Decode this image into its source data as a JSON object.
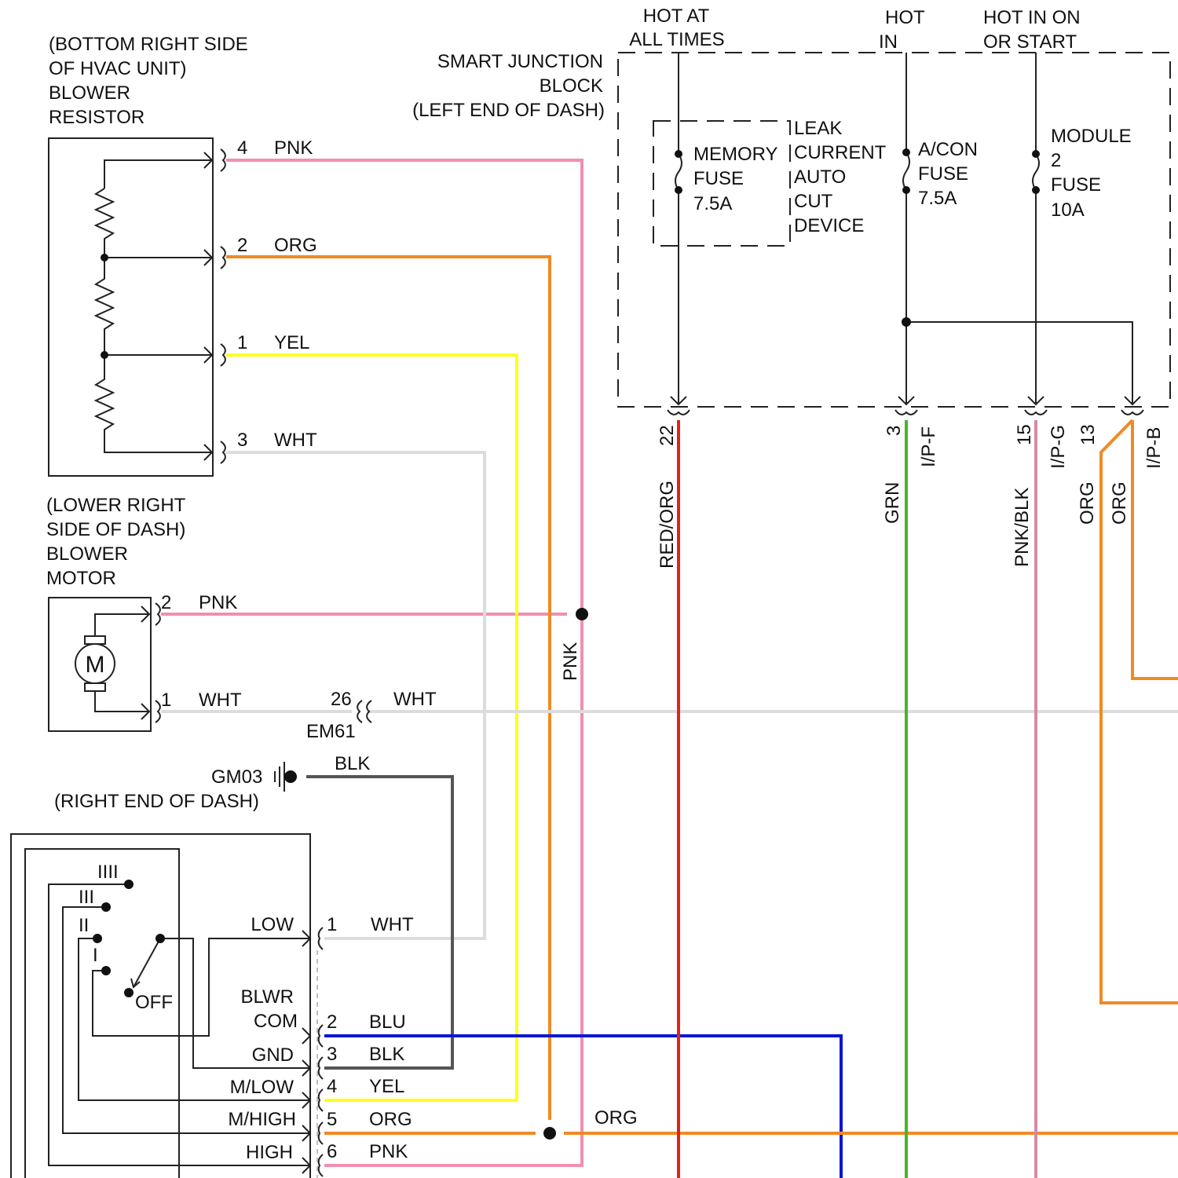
{
  "colors": {
    "pink": "#ef8fb1",
    "orange": "#f08a24",
    "yellow": "#ffff1a",
    "white_wire": "#dcdcdc",
    "red": "#e32119",
    "green": "#45b52b",
    "pink_black": "#d48aa4",
    "blue": "#0a17d4",
    "black_wire": "#555555",
    "line": "#222222"
  },
  "resistor": {
    "location": [
      "(BOTTOM RIGHT SIDE",
      "OF HVAC UNIT)"
    ],
    "name": [
      "BLOWER",
      "RESISTOR"
    ],
    "pins": [
      {
        "pin": "4",
        "color": "PNK"
      },
      {
        "pin": "2",
        "color": "ORG"
      },
      {
        "pin": "1",
        "color": "YEL"
      },
      {
        "pin": "3",
        "color": "WHT"
      }
    ]
  },
  "motor": {
    "location": [
      "(LOWER RIGHT",
      "SIDE OF DASH)"
    ],
    "name": [
      "BLOWER",
      "MOTOR"
    ],
    "symbol": "M",
    "pins": [
      {
        "pin": "2",
        "color": "PNK"
      },
      {
        "pin": "1",
        "color": "WHT"
      }
    ]
  },
  "connector_em61": {
    "pin": "26",
    "name": "EM61",
    "color": "WHT"
  },
  "ground": {
    "name": "GM03",
    "location": "(RIGHT END OF DASH)",
    "color": "BLK"
  },
  "junction_block": {
    "name": [
      "SMART JUNCTION",
      "BLOCK",
      "(LEFT END OF DASH)"
    ],
    "power_labels": [
      [
        "HOT AT",
        "ALL TIMES"
      ],
      [
        "HOT",
        "IN"
      ],
      [
        "HOT IN ON",
        "OR START"
      ]
    ],
    "memory_fuse": [
      "MEMORY",
      "FUSE",
      "7.5A"
    ],
    "leak_device": [
      "LEAK",
      "CURRENT",
      "AUTO",
      "CUT",
      "DEVICE"
    ],
    "acon_fuse": [
      "A/CON",
      "FUSE",
      "7.5A"
    ],
    "module_fuse": [
      "MODULE",
      "2",
      "FUSE",
      "10A"
    ],
    "outputs": [
      {
        "pin": "22",
        "connector": "",
        "color": "RED/ORG"
      },
      {
        "pin": "3",
        "connector": "I/P-F",
        "color": "GRN"
      },
      {
        "pin": "15",
        "connector": "I/P-G",
        "color": "PNK/BLK"
      },
      {
        "pin": "13",
        "connector": "I/P-B",
        "color": "ORG",
        "color2": "ORG"
      }
    ]
  },
  "pnk_vertical_label": "PNK",
  "org_bottom_label": "ORG",
  "switch": {
    "positions": [
      "IIII",
      "III",
      "II",
      "I",
      "OFF"
    ],
    "terminals": [
      {
        "name": "LOW",
        "pin": "1",
        "color": "WHT"
      },
      {
        "name": "BLWR",
        "pin": "",
        "color": ""
      },
      {
        "name": "COM",
        "pin": "2",
        "color": "BLU"
      },
      {
        "name": "GND",
        "pin": "3",
        "color": "BLK"
      },
      {
        "name": "M/LOW",
        "pin": "4",
        "color": "YEL"
      },
      {
        "name": "M/HIGH",
        "pin": "5",
        "color": "ORG"
      },
      {
        "name": "HIGH",
        "pin": "6",
        "color": "PNK"
      }
    ]
  }
}
